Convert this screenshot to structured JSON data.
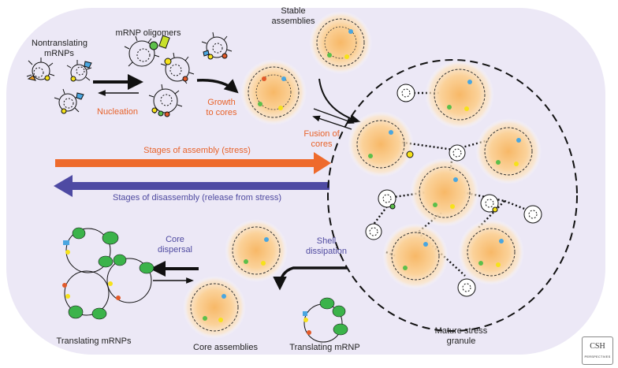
{
  "labels": {
    "nontranslating": [
      "Nontranslating",
      "mRNPs"
    ],
    "oligomers": "mRNP oligomers",
    "stable": [
      "Stable",
      "assemblies"
    ],
    "nucleation": "Nucleation",
    "growth": [
      "Growth",
      "to cores"
    ],
    "fusion": [
      "Fusion of",
      "cores"
    ],
    "stages_assembly": "Stages of assembly (stress)",
    "stages_disassembly": "Stages of disassembly (release from stress)",
    "core_dispersal": [
      "Core",
      "dispersal"
    ],
    "shell_dissipation": [
      "Shell",
      "dissipation"
    ],
    "translating_mrnps": "Translating mRNPs",
    "core_assemblies": "Core assemblies",
    "translating_mrnp": "Translating mRNP",
    "mature_granule": [
      "Mature stress",
      "granule"
    ]
  },
  "logo": {
    "line1": "CSH",
    "line2": "PERSPECTIVES"
  },
  "colors": {
    "assembly_arrow": "#ee6a2c",
    "disassembly_arrow": "#4e4aa3",
    "orange_text": "#e8632b",
    "purple_text": "#4f4aa0",
    "background_glow": "#ebe6f5",
    "core_fill": "#f9c57c"
  }
}
